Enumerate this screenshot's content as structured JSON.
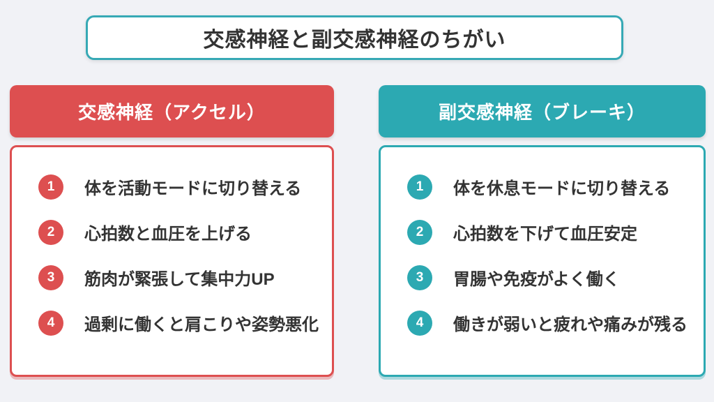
{
  "page": {
    "background_color": "#f1f2f6",
    "text_color": "#333333"
  },
  "title": {
    "text": "交感神経と副交感神経のちがい",
    "border_color": "#36a9b5"
  },
  "columns": [
    {
      "id": "sympathetic",
      "header": "交感神経（アクセル）",
      "accent_color": "#dd4f50",
      "items": [
        {
          "number": "1",
          "text": "体を活動モードに切り替える"
        },
        {
          "number": "2",
          "text": "心拍数と血圧を上げる"
        },
        {
          "number": "3",
          "text": "筋肉が緊張して集中力UP"
        },
        {
          "number": "4",
          "text": "過剰に働くと肩こりや姿勢悪化"
        }
      ]
    },
    {
      "id": "parasympathetic",
      "header": "副交感神経（ブレーキ）",
      "accent_color": "#2ca9b2",
      "items": [
        {
          "number": "1",
          "text": "体を休息モードに切り替える"
        },
        {
          "number": "2",
          "text": "心拍数を下げて血圧安定"
        },
        {
          "number": "3",
          "text": "胃腸や免疫がよく働く"
        },
        {
          "number": "4",
          "text": "働きが弱いと疲れや痛みが残る"
        }
      ]
    }
  ]
}
